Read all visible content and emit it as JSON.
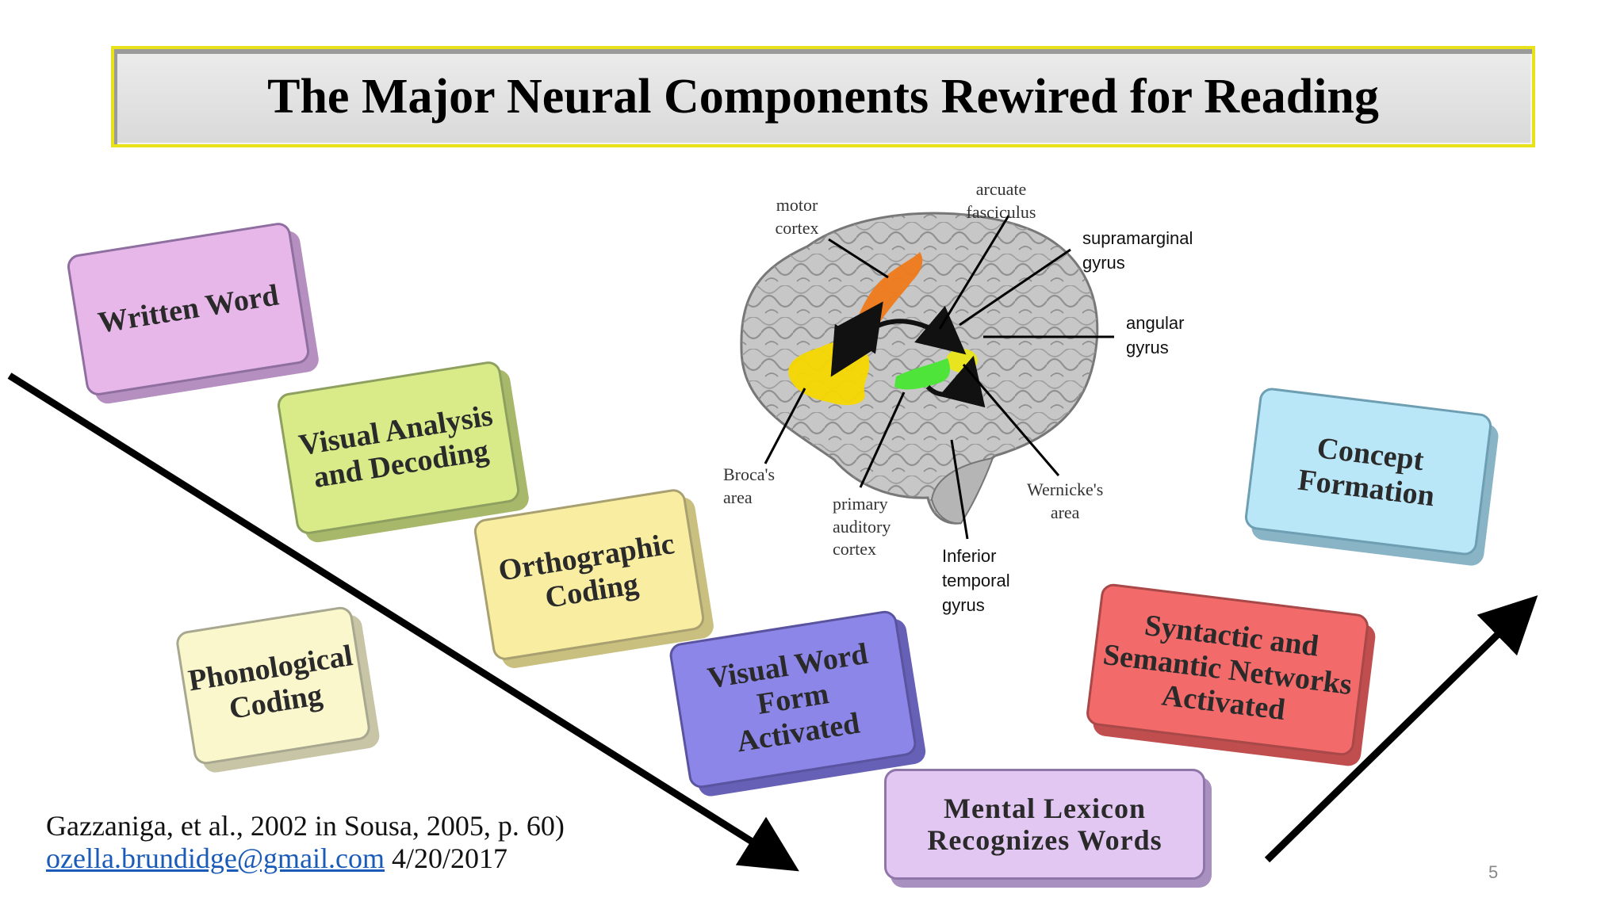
{
  "title": "The Major Neural Components Rewired for Reading",
  "boxes": {
    "written_word": "Written Word",
    "visual_analysis": "Visual Analysis\nand Decoding",
    "orthographic": "Orthographic\nCoding",
    "phonological": "Phonological\nCoding",
    "visual_word_form": "Visual Word Form\nActivated",
    "mental_lexicon": "Mental Lexicon\nRecognizes Words",
    "syntactic": "Syntactic and\nSemantic Networks\nActivated",
    "concept": "Concept\nFormation"
  },
  "brain_labels": {
    "motor_cortex": "motor\ncortex",
    "arcuate": "arcuate\nfasciculus",
    "supramarginal": "supramarginal\ngyrus",
    "angular": "angular\ngyrus",
    "brocas": "Broca's\narea",
    "primary_auditory": "primary\nauditory\ncortex",
    "wernickes": "Wernicke's\narea",
    "inferior_temporal": "Inferior\ntemporal\ngyrus"
  },
  "citation": {
    "line1": "Gazzaniga, et al., 2002 in Sousa, 2005, p. 60)",
    "email": "ozella.brundidge@gmail.com",
    "date": " 4/20/2017"
  },
  "page_number": "5",
  "colors": {
    "title_border": "#e8e21a",
    "broca": "#f5d800",
    "motor": "#f07a1a",
    "wernicke": "#4ee43a"
  }
}
